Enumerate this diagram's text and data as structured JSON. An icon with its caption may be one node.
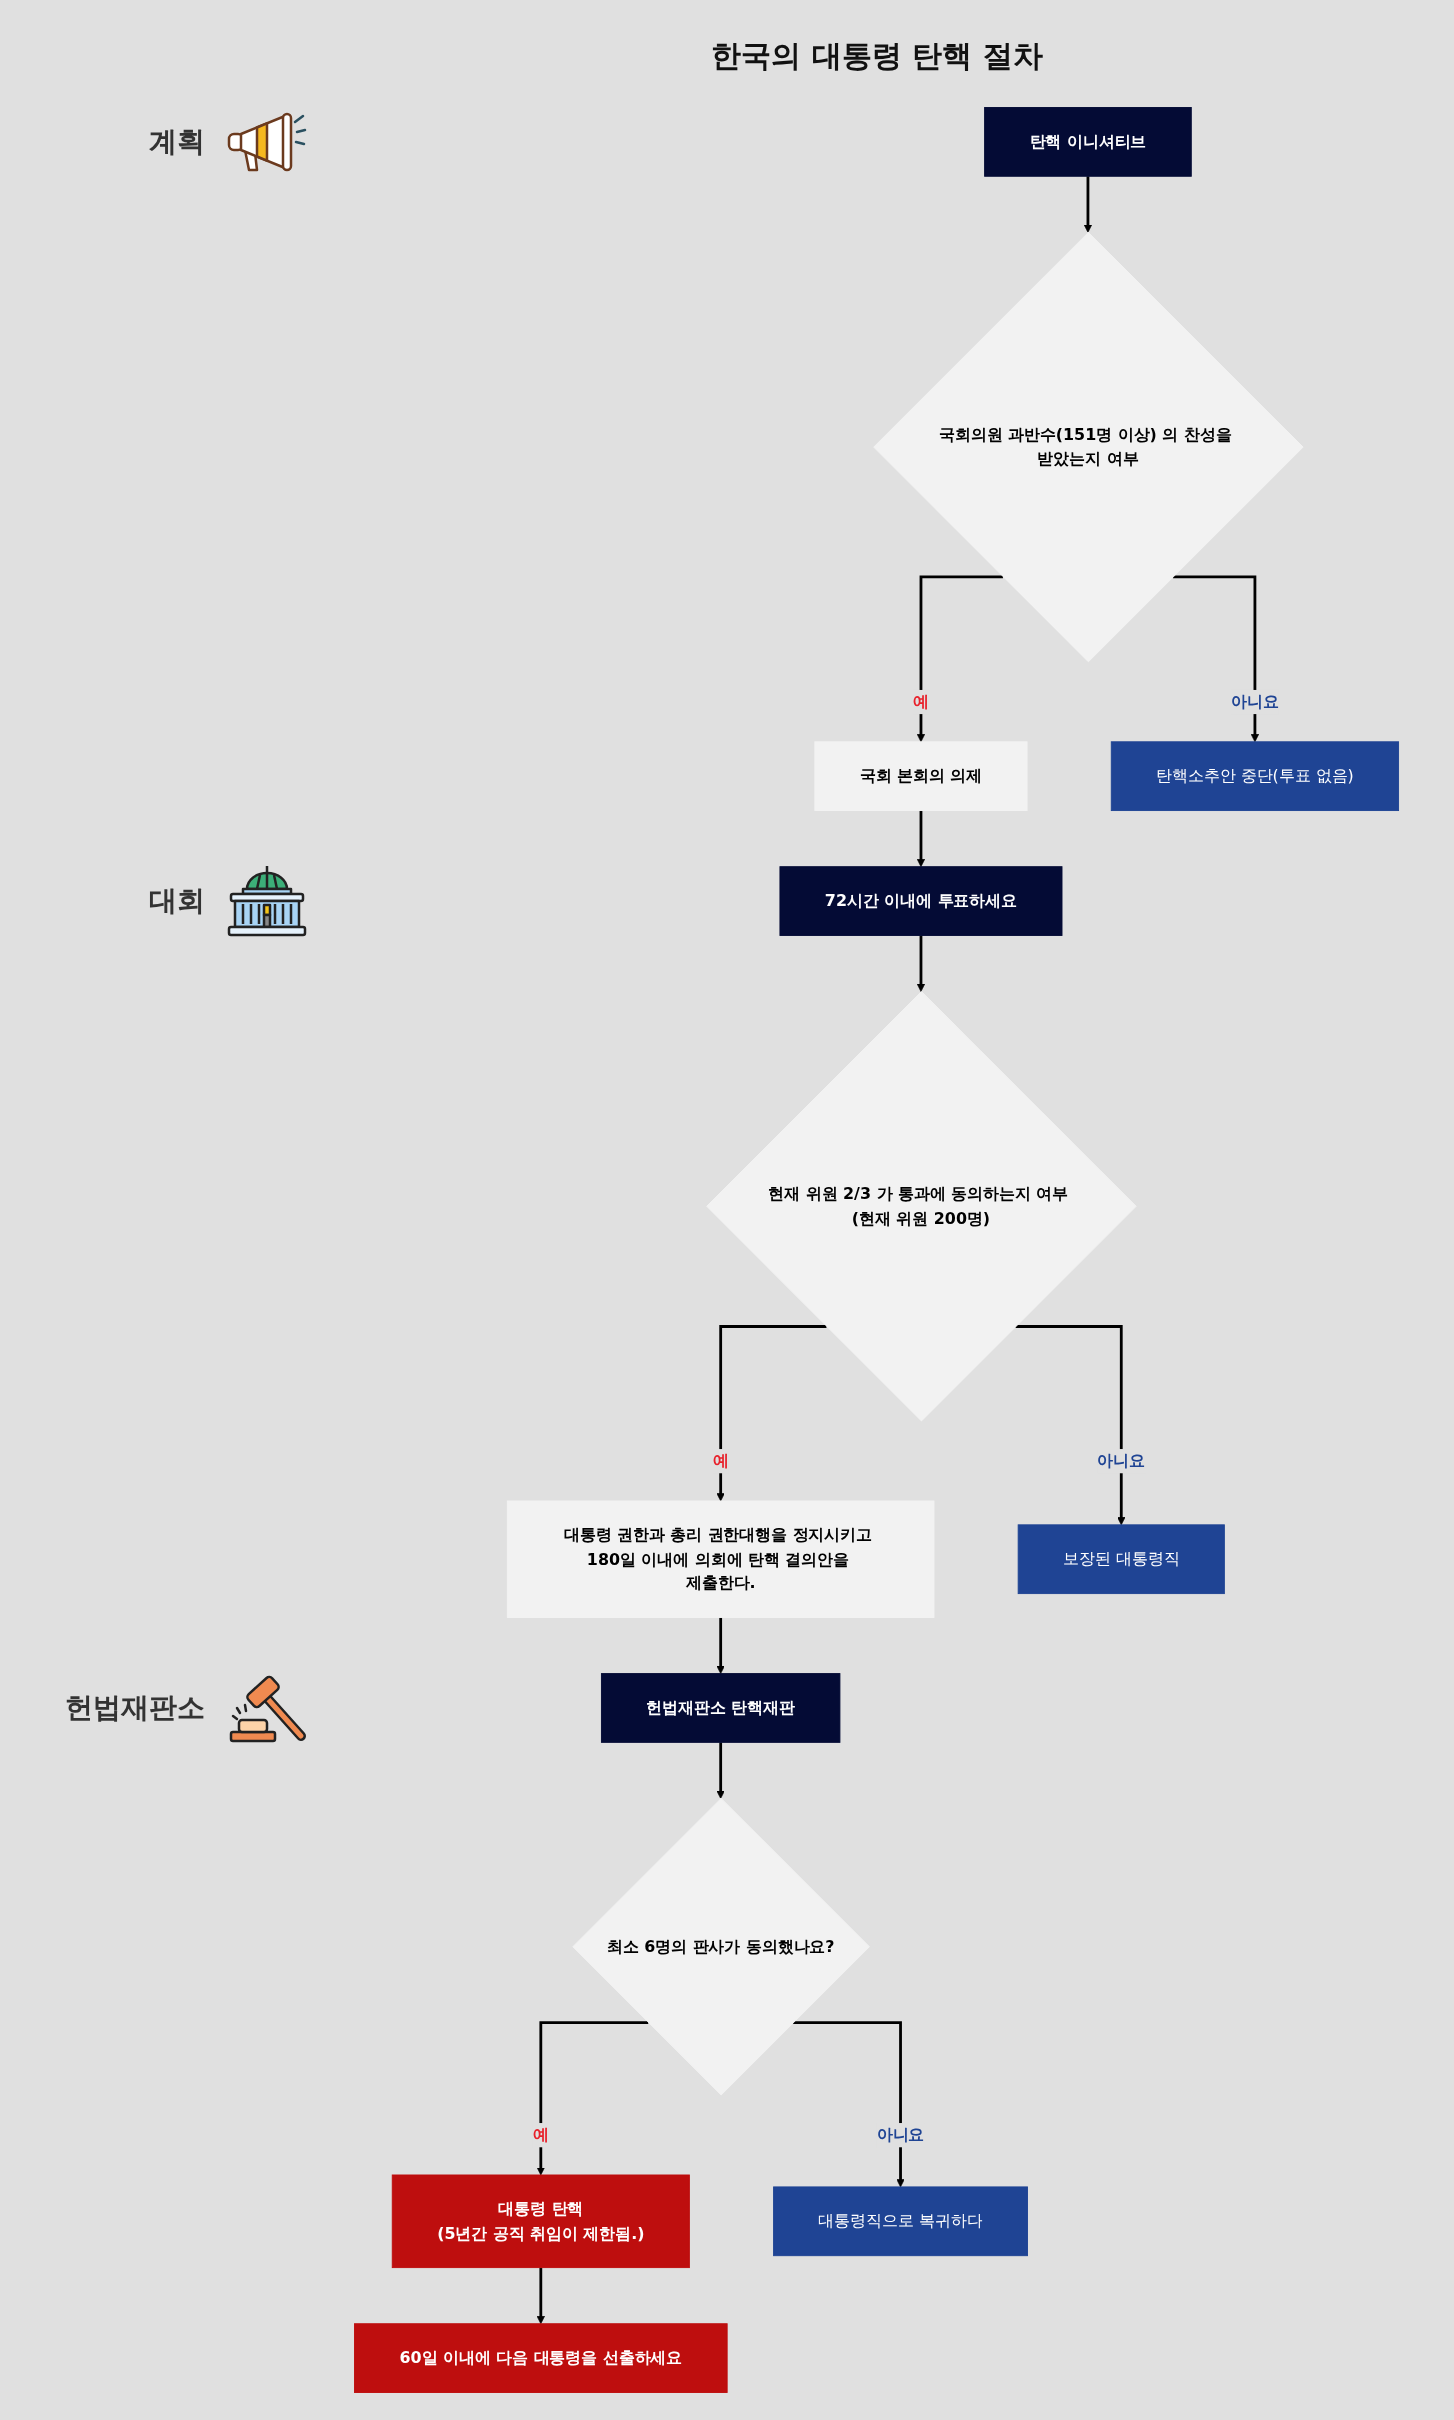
{
  "diagram": {
    "title": "한국의 대통령 탄핵 절차",
    "nodes": [
      {
        "text": [
          "탄핵 이니셔티브"
        ]
      },
      {
        "text": [
          "국회의원 과반수(151명 이상) 의 찬성을 받았는지 여부"
        ]
      },
      {
        "text": [
          "국회 본회의 의제"
        ]
      },
      {
        "text": [
          "탄핵소추안 중단(투표 없음)"
        ]
      },
      {
        "text": [
          "72시간 이내에 투표하세요"
        ]
      },
      {
        "text": [
          "현재 위원 2/3 가 통과에 동의하는지 여부 (현재 위원 200명)"
        ]
      },
      {
        "text": [
          "대통령 권한과 총리 권한대행을 정지시키고 180일 이내에 의회에 탄핵 결의안을 제출한다."
        ]
      },
      {
        "text": [
          "보장된 대통령직"
        ]
      },
      {
        "text": [
          "헌법재판소 탄핵재판"
        ]
      },
      {
        "text": [
          "최소 6명의 판사가 동의했나요?"
        ]
      },
      {
        "text": [
          "대통령 탄핵",
          "(5년간 공직 취임이 제한됨.)"
        ]
      },
      {
        "text": [
          "대통령직으로 복귀하다"
        ]
      },
      {
        "text": [
          "60일 이내에 다음 대통령을 선출하세요"
        ]
      }
    ],
    "edges": [
      {
        "from": 0,
        "to": 1,
        "arrow": "to"
      },
      {
        "from": 1,
        "to": 2,
        "arrow": "to",
        "label": "예"
      },
      {
        "from": 1,
        "to": 3,
        "arrow": "to",
        "label": "아니요"
      },
      {
        "from": 2,
        "to": 4,
        "arrow": "to"
      },
      {
        "from": 4,
        "to": 5,
        "arrow": "to"
      },
      {
        "from": 5,
        "to": 6,
        "arrow": "to",
        "label": "예"
      },
      {
        "from": 5,
        "to": 7,
        "arrow": "to",
        "label": "아니요"
      },
      {
        "from": 6,
        "to": 8,
        "arrow": "to"
      },
      {
        "from": 8,
        "to": 9,
        "arrow": "to"
      },
      {
        "from": 9,
        "to": 10,
        "arrow": "to",
        "label": "예"
      },
      {
        "from": 9,
        "to": 11,
        "arrow": "to",
        "label": "아니요"
      },
      {
        "from": 10,
        "to": 12,
        "arrow": "to"
      }
    ],
    "labels": [
      "계획",
      "대회",
      "헌법재판소"
    ]
  }
}
